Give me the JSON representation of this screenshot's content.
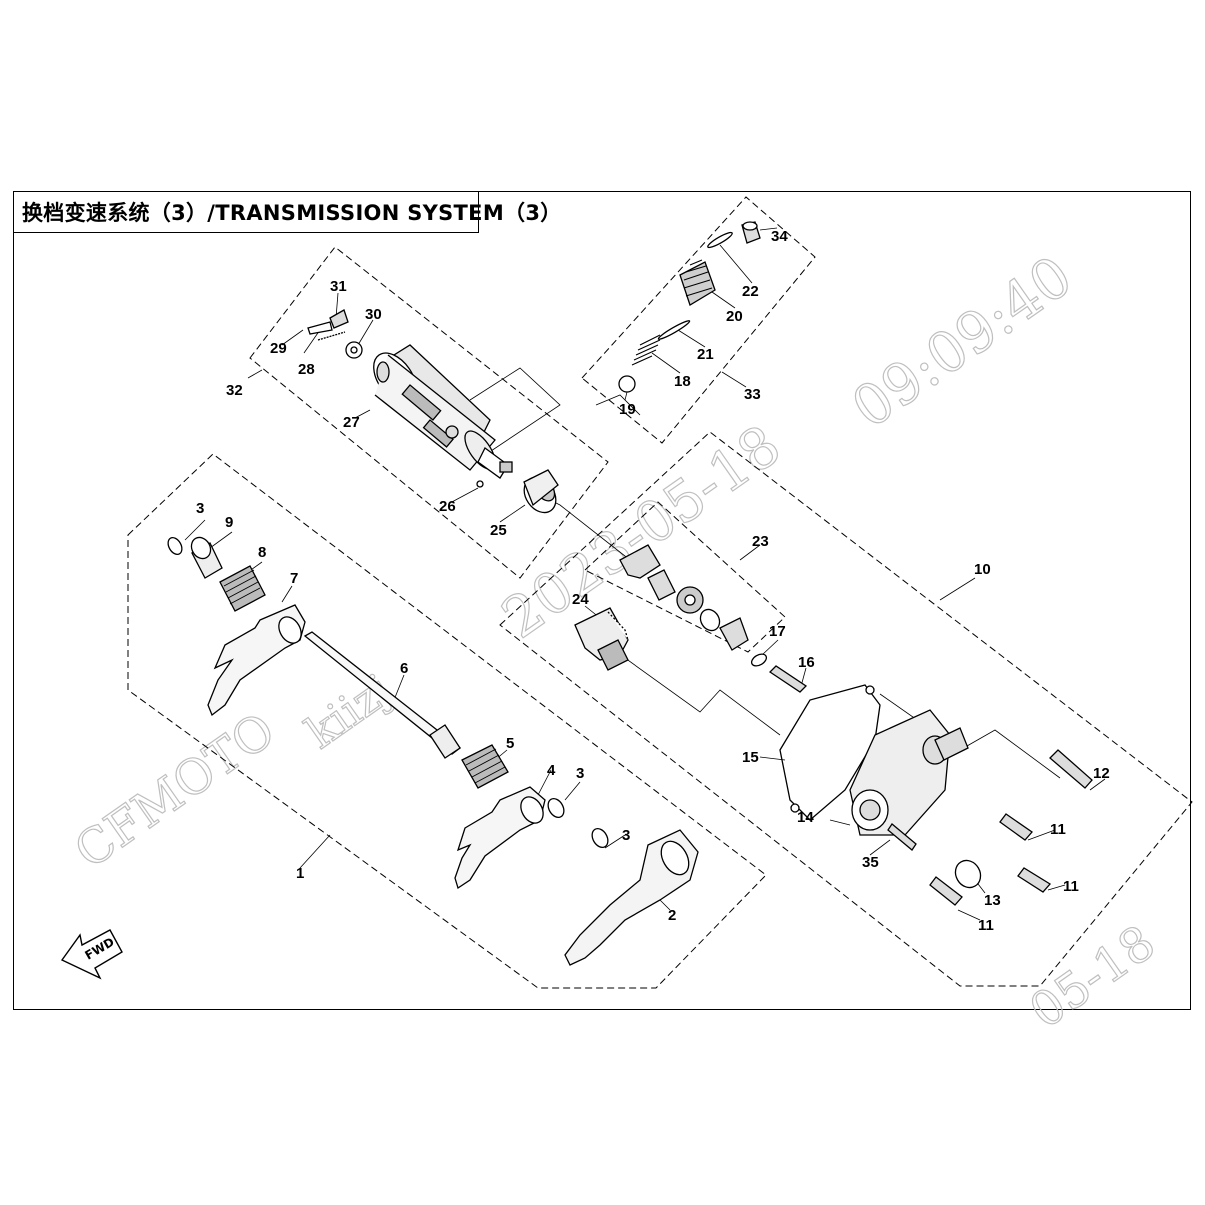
{
  "title": "换档变速系统（3）/TRANSMISSION SYSTEM（3）",
  "direction_arrow_label": "FWD",
  "watermarks": [
    "CFMOTO",
    "kiizj",
    "2023-05-18",
    "09:09:40",
    "05-18"
  ],
  "part_numbers": [
    "1",
    "2",
    "3",
    "3",
    "3",
    "4",
    "5",
    "6",
    "7",
    "8",
    "9",
    "10",
    "11",
    "11",
    "11",
    "12",
    "13",
    "14",
    "15",
    "16",
    "17",
    "18",
    "19",
    "20",
    "21",
    "22",
    "23",
    "24",
    "25",
    "26",
    "27",
    "28",
    "29",
    "30",
    "31",
    "32",
    "33",
    "34",
    "35"
  ]
}
